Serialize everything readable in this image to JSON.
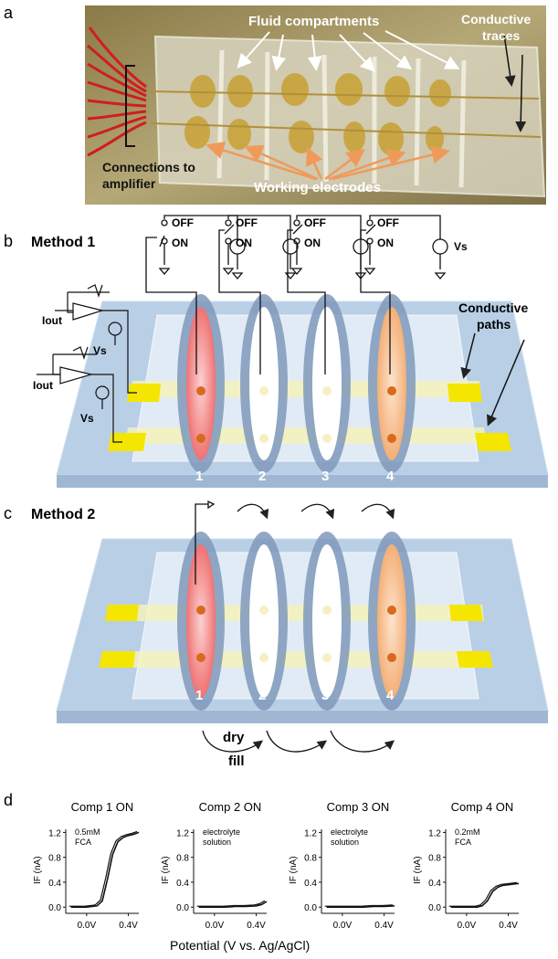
{
  "colors": {
    "photo_bg": "#9b8a56",
    "chip": "#d9d6c4",
    "gold": "#c9a33a",
    "wire_red": "#d11d1d",
    "arrow_white": "#ffffff",
    "arrow_orange": "#f09a5a",
    "plate": "#b9cfe6",
    "plate_top": "#e8f1f9",
    "trace_yellow": "#f4e600",
    "ring": "#8ea6c4",
    "fill_red": "#ef6b6b",
    "fill_peach": "#f3b07a"
  },
  "panels": {
    "a": {
      "letter": "a",
      "fluid_compartments": "Fluid compartments",
      "conductive_traces_1": "Conductive",
      "conductive_traces_2": "traces",
      "connections_1": "Connections to",
      "connections_2": "amplifier",
      "working_electrodes": "Working electrodes"
    },
    "b": {
      "letter": "b",
      "title": "Method 1",
      "off": "OFF",
      "on": "ON",
      "vs": "Vs",
      "iout": "Iout",
      "conductive_paths_1": "Conductive",
      "conductive_paths_2": "paths",
      "compartments": [
        "1",
        "2",
        "3",
        "4"
      ]
    },
    "c": {
      "letter": "c",
      "title": "Method 2",
      "dry": "dry",
      "fill": "fill",
      "compartments": [
        "1",
        "2",
        "3",
        "4"
      ]
    },
    "d": {
      "letter": "d",
      "xlabel": "Potential (V vs. Ag/AgCl)",
      "ylabel": "I",
      "ylabel_sub": "F",
      "ylabel_unit": "(nA)"
    }
  },
  "chart_data": [
    {
      "type": "line",
      "title": "Comp 1 ON",
      "annotation": [
        "0.5mM",
        "FCA"
      ],
      "xticks": [
        "0.0V",
        "0.4V"
      ],
      "yticks": [
        "1.2",
        "0.8",
        "0.4",
        "0.0"
      ],
      "xlim": [
        -0.2,
        0.5
      ],
      "ylim": [
        -0.1,
        1.25
      ],
      "x": [
        -0.15,
        0.0,
        0.1,
        0.15,
        0.2,
        0.25,
        0.3,
        0.35,
        0.4,
        0.45,
        0.5
      ],
      "y": [
        0.0,
        0.0,
        0.02,
        0.1,
        0.45,
        0.85,
        1.05,
        1.12,
        1.15,
        1.17,
        1.2
      ]
    },
    {
      "type": "line",
      "title": "Comp 2 ON",
      "annotation": [
        "electrolyte",
        "solution"
      ],
      "xticks": [
        "0.0V",
        "0.4V"
      ],
      "yticks": [
        "1.2",
        "0.8",
        "0.4",
        "0.0"
      ],
      "xlim": [
        -0.2,
        0.5
      ],
      "ylim": [
        -0.1,
        1.25
      ],
      "x": [
        -0.15,
        0.0,
        0.1,
        0.2,
        0.3,
        0.4,
        0.45,
        0.5
      ],
      "y": [
        0.0,
        0.0,
        0.0,
        0.01,
        0.01,
        0.02,
        0.04,
        0.09
      ]
    },
    {
      "type": "line",
      "title": "Comp 3 ON",
      "annotation": [
        "electrolyte",
        "solution"
      ],
      "xticks": [
        "0.0V",
        "0.4V"
      ],
      "yticks": [
        "1.2",
        "0.8",
        "0.4",
        "0.0"
      ],
      "xlim": [
        -0.2,
        0.5
      ],
      "ylim": [
        -0.1,
        1.25
      ],
      "x": [
        -0.15,
        0.0,
        0.1,
        0.2,
        0.3,
        0.4,
        0.5
      ],
      "y": [
        0.0,
        0.0,
        0.0,
        0.0,
        0.01,
        0.01,
        0.02
      ]
    },
    {
      "type": "line",
      "title": "Comp 4 ON",
      "annotation": [
        "0.2mM",
        "FCA"
      ],
      "xticks": [
        "0.0V",
        "0.4V"
      ],
      "yticks": [
        "1.2",
        "0.8",
        "0.4",
        "0.0"
      ],
      "xlim": [
        -0.2,
        0.5
      ],
      "ylim": [
        -0.1,
        1.25
      ],
      "x": [
        -0.15,
        0.0,
        0.1,
        0.15,
        0.2,
        0.25,
        0.3,
        0.35,
        0.4,
        0.45,
        0.5
      ],
      "y": [
        0.0,
        0.0,
        0.0,
        0.02,
        0.1,
        0.25,
        0.32,
        0.35,
        0.36,
        0.37,
        0.38
      ]
    }
  ]
}
